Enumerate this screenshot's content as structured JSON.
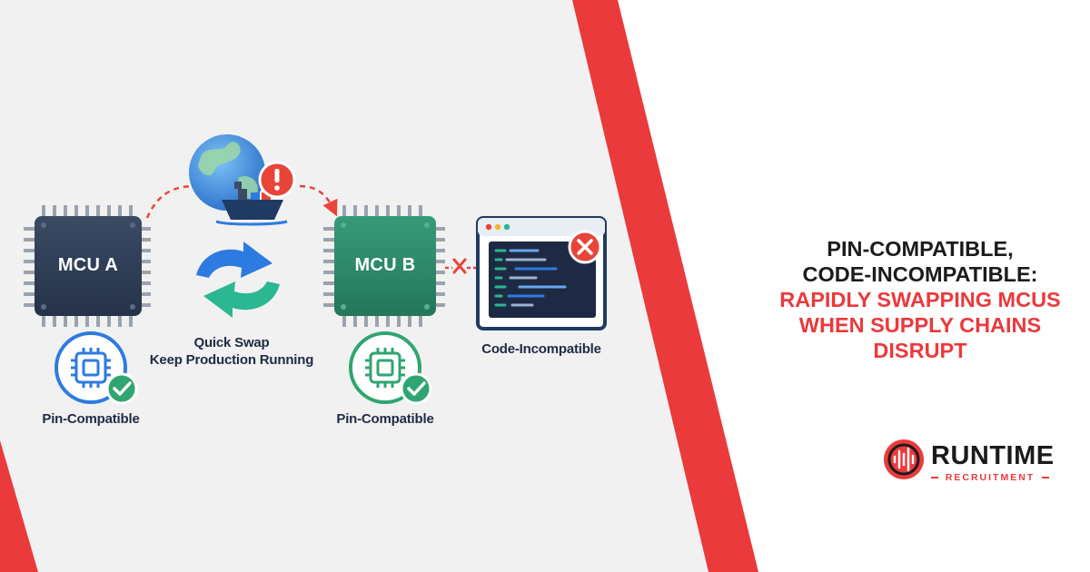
{
  "colors": {
    "brand_red": "#ea3a3c",
    "chip_dark": "#2e3e55",
    "chip_green": "#2f8a6a",
    "ok_green": "#2fa56f",
    "blue": "#2d7be0",
    "teal": "#2bb792",
    "error_red": "#e8443a"
  },
  "diagram": {
    "mcu_a": {
      "label": "MCU A",
      "badge_caption": "Pin-Compatible"
    },
    "mcu_b": {
      "label": "MCU B",
      "badge_caption": "Pin-Compatible"
    },
    "swap": {
      "line1": "Quick Swap",
      "line2": "Keep Production Running"
    },
    "code_window": {
      "caption": "Code-Incompatible"
    },
    "icons": [
      "globe-icon",
      "ship-icon",
      "alert-icon",
      "swap-arrows-icon",
      "chip-icon",
      "check-icon",
      "x-mark-icon",
      "code-window-icon",
      "error-icon"
    ]
  },
  "headline": {
    "line1": "Pin-Compatible,",
    "line2": "Code-Incompatible:",
    "line3": "Rapidly Swapping MCUs",
    "line4": "When Supply Chains",
    "line5": "Disrupt"
  },
  "logo": {
    "name": "RUNTIME",
    "tagline": "RECRUITMENT"
  }
}
